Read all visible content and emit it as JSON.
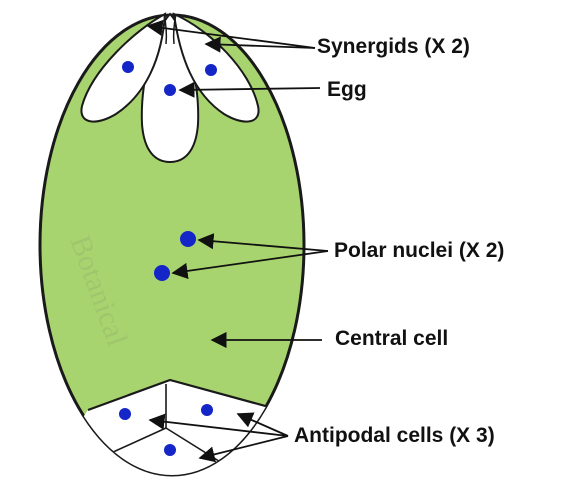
{
  "labels": {
    "synergids": "Synergids (X 2)",
    "egg": "Egg",
    "polar_nuclei": "Polar nuclei (X 2)",
    "central_cell": "Central cell",
    "antipodal_cells": "Antipodal cells (X 3)"
  },
  "colors": {
    "central_cell_fill": "#a8d46f",
    "outline": "#1a1a1a",
    "cell_fill": "#ffffff",
    "nucleus": "#1426c8",
    "arrow": "#111111"
  },
  "watermark": "Botanical"
}
